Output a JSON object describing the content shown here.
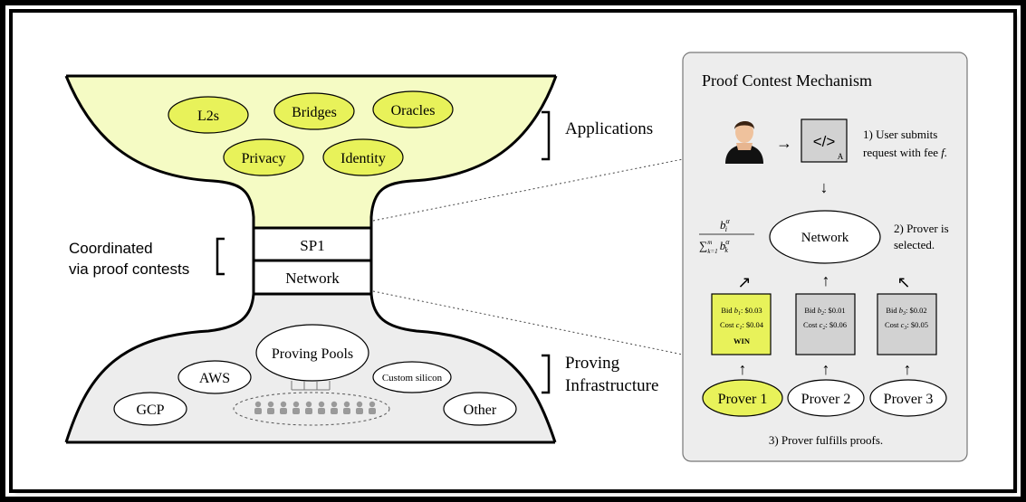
{
  "hourglass": {
    "applications": [
      "L2s",
      "Bridges",
      "Oracles",
      "Privacy",
      "Identity"
    ],
    "applications_label": "Applications",
    "layers": [
      "SP1",
      "Network"
    ],
    "coordinated_label": [
      "Coordinated",
      "via proof contests"
    ],
    "infrastructure": [
      "Proving Pools",
      "AWS",
      "Custom silicon",
      "GCP",
      "Other"
    ],
    "infrastructure_label": [
      "Proving",
      "Infrastructure"
    ]
  },
  "mechanism": {
    "title": "Proof Contest Mechanism",
    "code_symbol": "</>",
    "code_letter": "A",
    "step1": [
      "1) User submits",
      "request with fee "
    ],
    "step1_fee": "f.",
    "network_label": "Network",
    "step2": [
      "2) Prover is",
      "selected."
    ],
    "formula_num_base": "b",
    "formula_num_sub": "i",
    "formula_num_sup": "α",
    "formula_den_prefix": "∑",
    "formula_den_lower": "k=1",
    "formula_den_upper": "m",
    "formula_den_var": "b",
    "formula_den_sub": "k",
    "formula_den_sup": "α",
    "bids": [
      {
        "bid_label": "Bid ",
        "bid_sym": "b",
        "bid_sub": "1",
        "bid_value": ": $0.03",
        "cost_label": "Cost ",
        "cost_sym": "c",
        "cost_sub": "1",
        "cost_value": ": $0.04",
        "win": "WIN"
      },
      {
        "bid_label": "Bid ",
        "bid_sym": "b",
        "bid_sub": "2",
        "bid_value": ": $0.01",
        "cost_label": "Cost ",
        "cost_sym": "c",
        "cost_sub": "2",
        "cost_value": ": $0.06",
        "win": ""
      },
      {
        "bid_label": "Bid ",
        "bid_sym": "b",
        "bid_sub": "3",
        "bid_value": ": $0.02",
        "cost_label": "Cost ",
        "cost_sym": "c",
        "cost_sub": "3",
        "cost_value": ": $0.05",
        "win": ""
      }
    ],
    "provers": [
      "Prover 1",
      "Prover 2",
      "Prover 3"
    ],
    "step3": "3) Prover fulfills proofs.",
    "colors": {
      "highlight": "#e8f25a",
      "gray": "#d2d2d2",
      "panel": "#ededed"
    }
  }
}
